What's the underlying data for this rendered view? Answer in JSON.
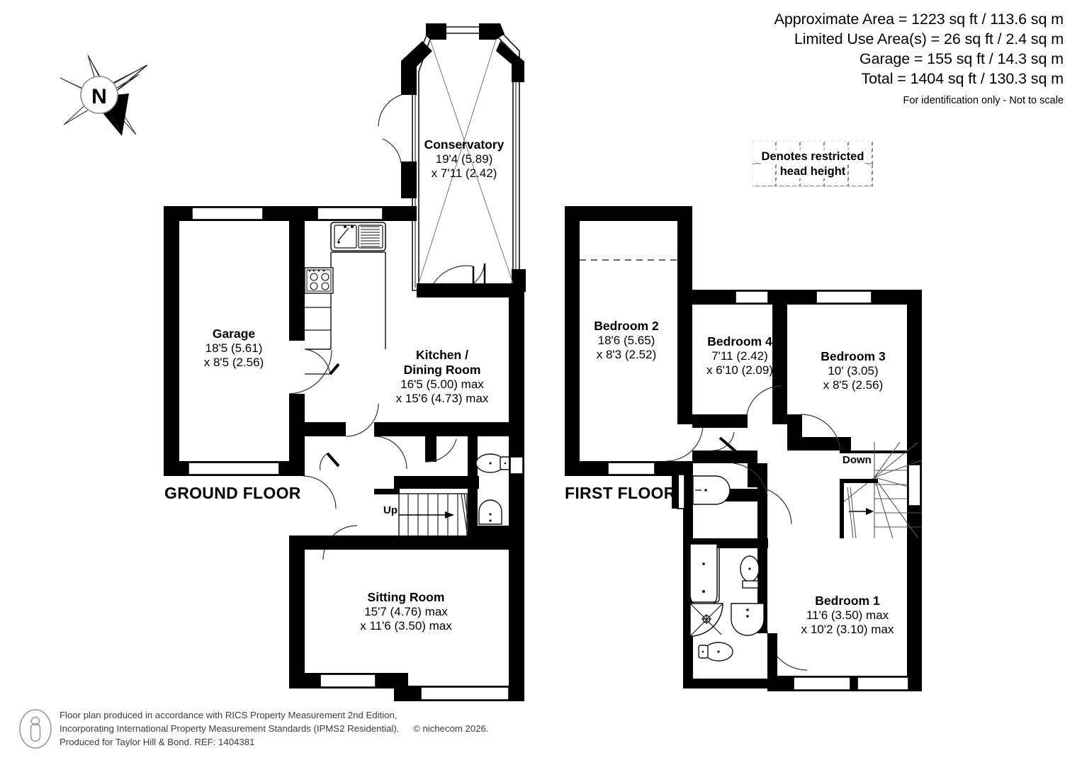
{
  "area_summary": {
    "lines": [
      "Approximate Area = 1223 sq ft / 113.6 sq m",
      "Limited Use Area(s) = 26 sq ft / 2.4 sq m",
      "Garage = 155 sq ft / 14.3 sq m",
      "Total = 1404 sq ft / 130.3 sq m"
    ],
    "note": "For identification only - Not to scale"
  },
  "legend": {
    "line1": "Denotes restricted",
    "line2": "head height"
  },
  "compass": {
    "label": "N",
    "icon": "compass-north-icon"
  },
  "floors": [
    {
      "id": "ground",
      "label": "GROUND FLOOR",
      "rooms": [
        {
          "name": "Garage",
          "dim1": "18'5 (5.61)",
          "dim2": "x 8'5 (2.56)"
        },
        {
          "name": "Conservatory",
          "dim1": "19'4 (5.89)",
          "dim2": "x 7'11 (2.42)"
        },
        {
          "name": "Kitchen /",
          "name2": "Dining Room",
          "dim1": "16'5 (5.00) max",
          "dim2": "x 15'6 (4.73) max"
        },
        {
          "name": "Sitting Room",
          "dim1": "15'7 (4.76) max",
          "dim2": "x 11'6 (3.50) max"
        }
      ],
      "stair_label": "Up"
    },
    {
      "id": "first",
      "label": "FIRST FLOOR",
      "rooms": [
        {
          "name": "Bedroom 2",
          "dim1": "18'6 (5.65)",
          "dim2": "x 8'3 (2.52)"
        },
        {
          "name": "Bedroom 4",
          "dim1": "7'11 (2.42)",
          "dim2": "x 6'10 (2.09)"
        },
        {
          "name": "Bedroom 3",
          "dim1": "10' (3.05)",
          "dim2": "x 8'5 (2.56)"
        },
        {
          "name": "Bedroom 1",
          "dim1": "11'6 (3.50) max",
          "dim2": "x 10'2 (3.10) max"
        }
      ],
      "stair_label": "Down"
    }
  ],
  "footer": {
    "line1": "Floor plan produced in accordance with RICS Property Measurement 2nd Edition,",
    "line2": "Incorporating International Property Measurement Standards (IPMS2 Residential).",
    "copyright": "© nichecom 2026.",
    "line3": "Produced for Taylor Hill & Bond.   REF: 1404381"
  },
  "colors": {
    "wall": "#000000",
    "background": "#ffffff",
    "fixture_line": "#1a1a1a",
    "footer_text": "#3c3c3c"
  }
}
